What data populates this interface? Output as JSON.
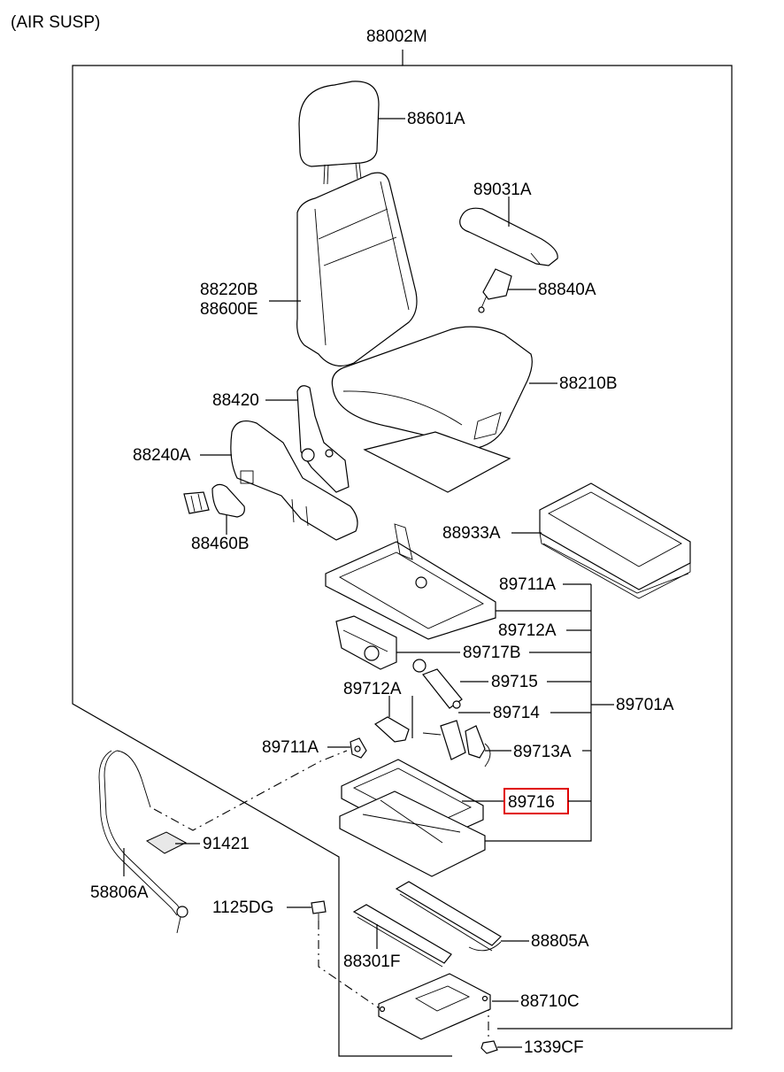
{
  "variant_note": "(AIR SUSP)",
  "assembly_number": "88002M",
  "parts": {
    "headrest": "88601A",
    "armrest": "89031A",
    "back_cover_1": "88220B",
    "back_cover_2": "88600E",
    "seat_belt_buckle": "88840A",
    "recliner": "88420",
    "cushion": "88210B",
    "side_shield": "88240A",
    "switch_knob": "88460B",
    "seat_pan": "88933A",
    "frame_upper": "89711A",
    "bracket_upper": "89712A",
    "valve": "89717B",
    "air_spring": "89715",
    "bracket_lower": "89712A",
    "damper": "89714",
    "frame_link": "89711A",
    "linkage": "89713A",
    "suspension_assy": "89701A",
    "base_assy": "89716",
    "label_plate": "91421",
    "hose": "58806A",
    "bolt": "1125DG",
    "rail_left": "88301F",
    "rail_right": "88805A",
    "mount_plate": "88710C",
    "nut": "1339CF"
  },
  "highlighted_part": "89716",
  "highlight_color": "#e00000"
}
